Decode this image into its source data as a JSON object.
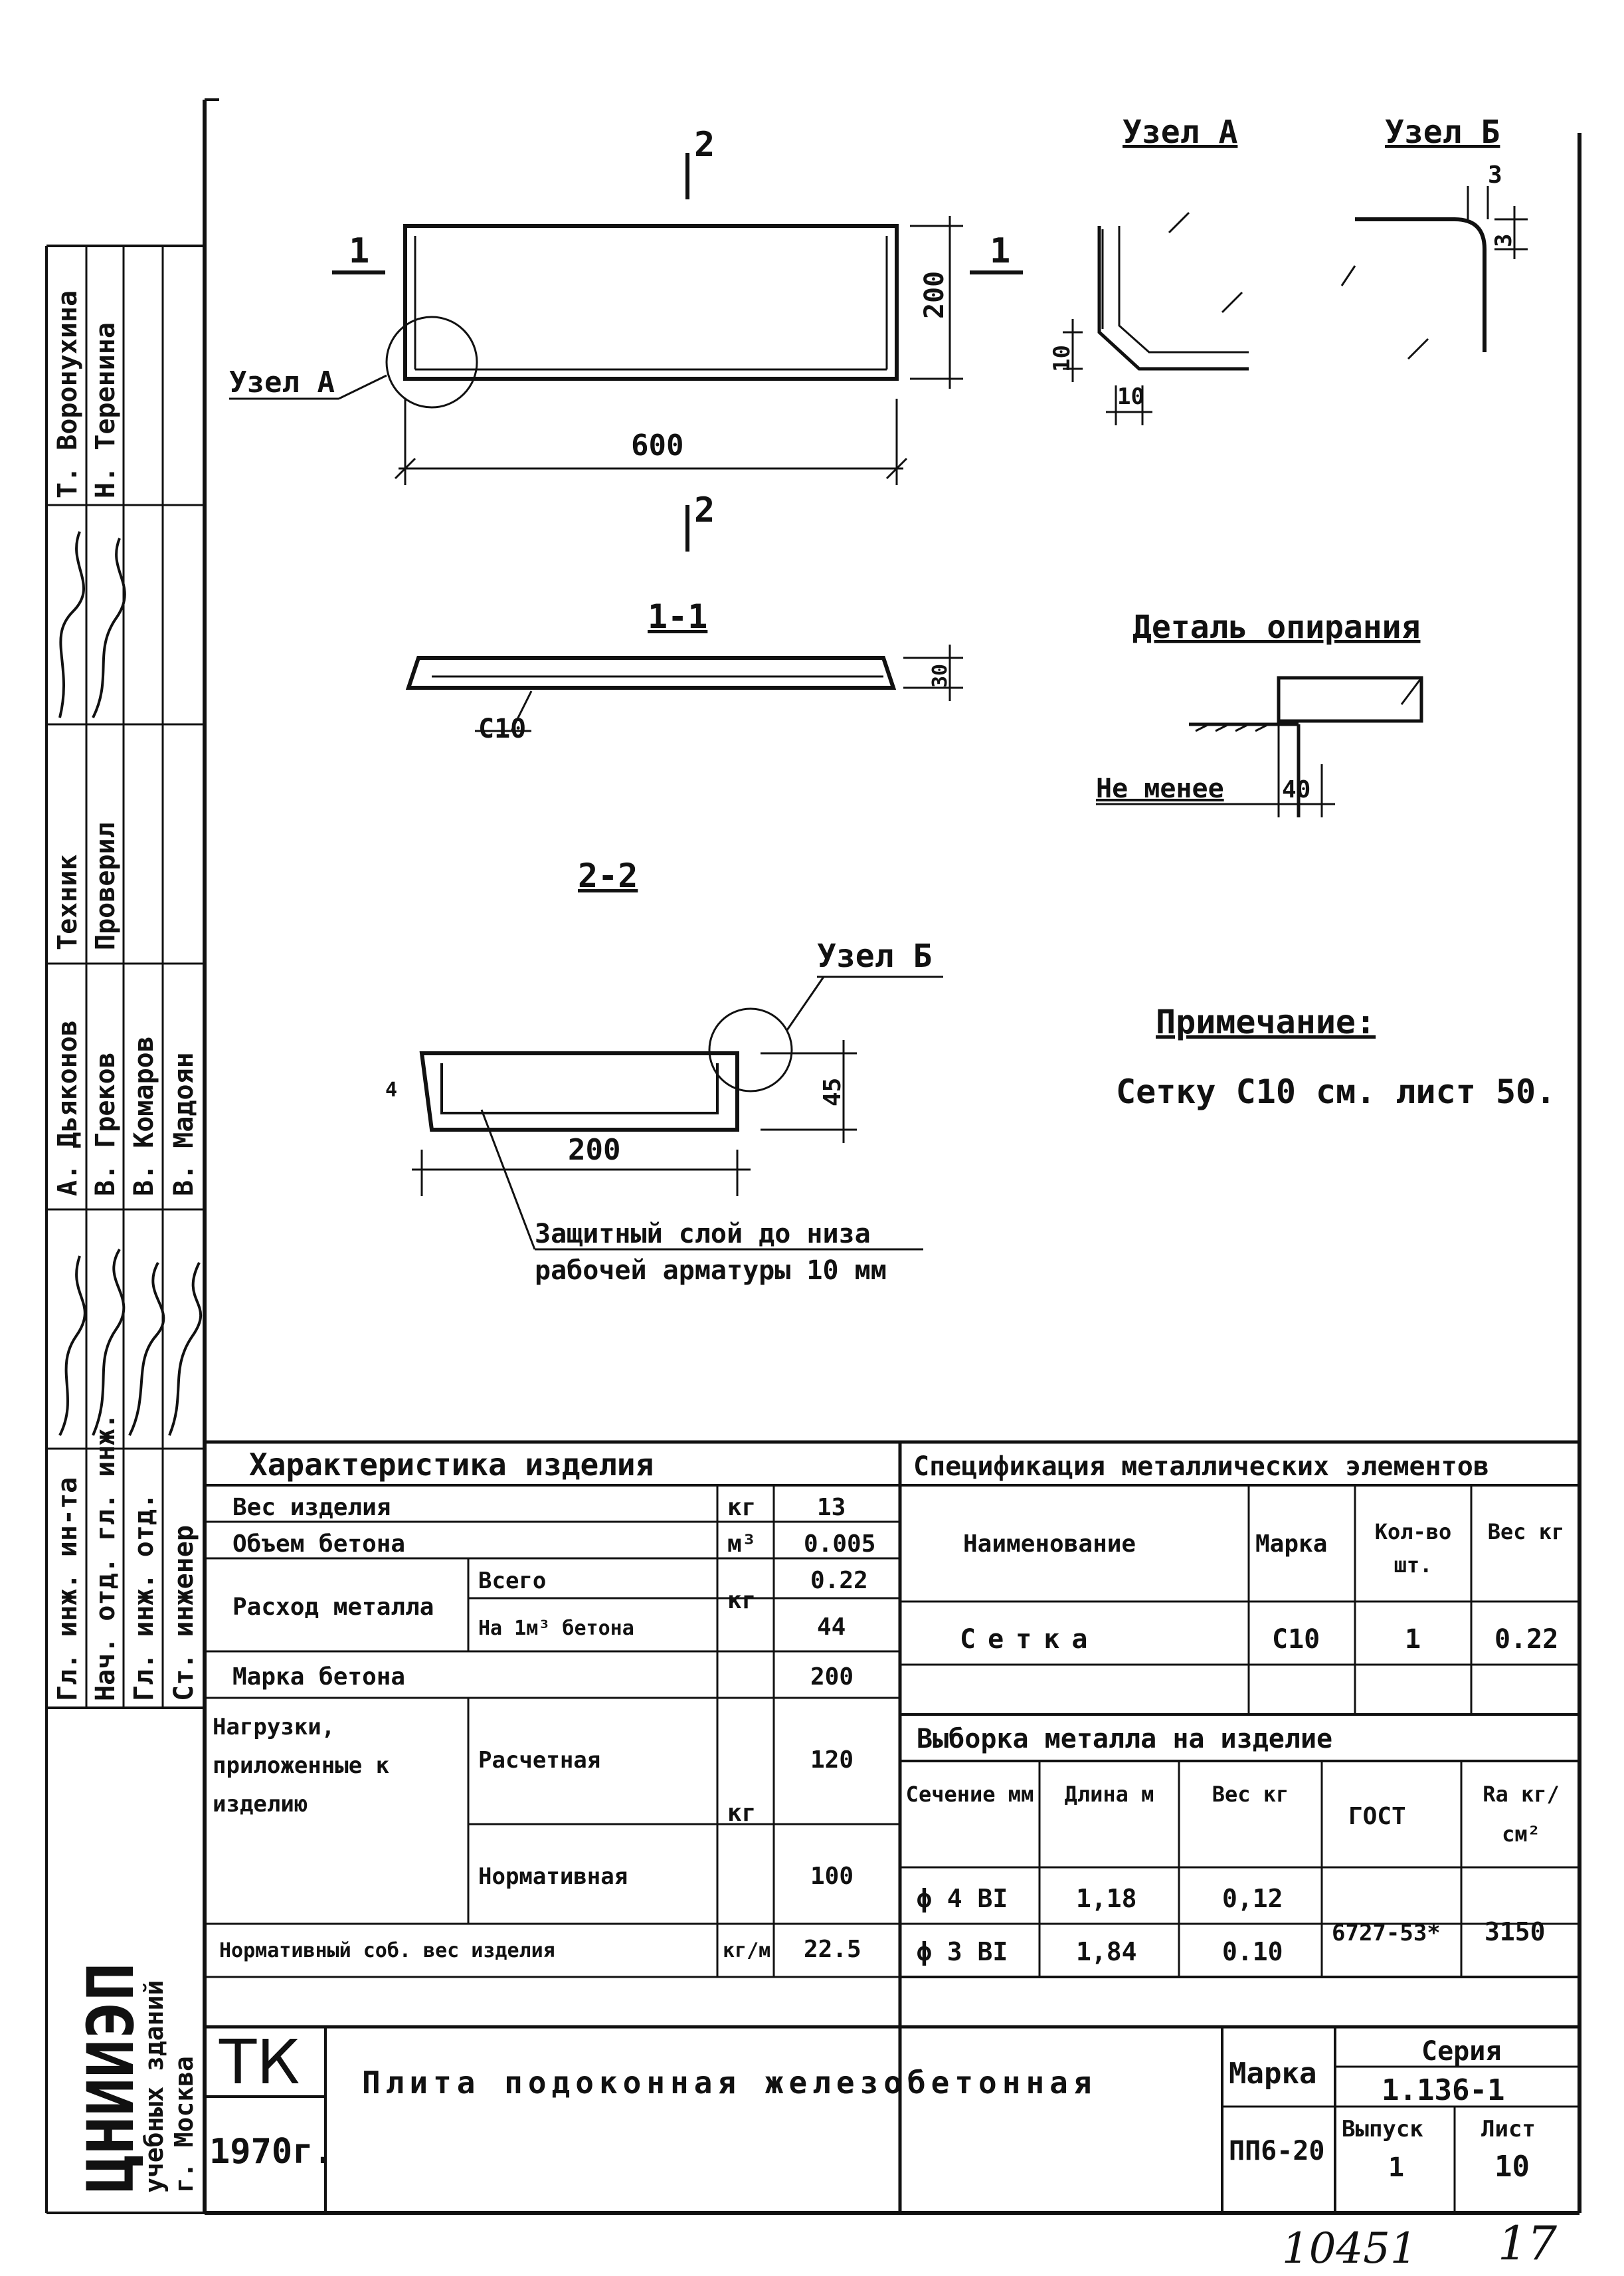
{
  "drawing": {
    "section_mark_top": "2",
    "section_mark_bottom": "2",
    "section_mark_left": "1",
    "section_mark_right": "1",
    "node_a_callout": "Узел А",
    "dim_length": "600",
    "dim_width": "200",
    "node_a_title": "Узел А",
    "node_a_dim_v": "10",
    "node_a_dim_h": "10",
    "node_b_title": "Узел Б",
    "node_b_dim": "3",
    "node_b_dim_side": "3",
    "section_1_title": "1-1",
    "section_1_mesh": "С10",
    "section_1_dim": "30",
    "section_2_title": "2-2",
    "section_2_dim_w": "200",
    "section_2_dim_h": "45",
    "section_2_node_callout": "Узел Б",
    "section_2_left_mark": "4",
    "cover_note_line1": "Защитный слой до низа",
    "cover_note_line2": "рабочей арматуры 10 мм",
    "support_title": "Деталь опирания",
    "support_label": "Не менее",
    "support_dim": "40",
    "note_title": "Примечание:",
    "note_text": "Сетку С10 см. лист 50."
  },
  "stamp_left": {
    "roles": [
      "Гл. инж. ин-та",
      "Нач. отд. гл. инж.",
      "Гл. инж. отд.",
      "Ст. инженер"
    ],
    "names": [
      "А. Дьяконов",
      "В. Греков",
      "В. Комаров",
      "В. Мадоян"
    ],
    "technician_label": "Техник",
    "checked_label": "Проверил",
    "technician_name": "Т. Воронухина",
    "checker_name": "Н. Теренина"
  },
  "organization": {
    "name": "ЦНИИЭП",
    "line2": "учебных зданий",
    "line3": "г. Москва"
  },
  "characteristics": {
    "title": "Характеристика изделия",
    "rows": [
      {
        "label": "Вес изделия",
        "unit": "кг",
        "value": "13"
      },
      {
        "label": "Объем бетона",
        "unit": "м³",
        "value": "0.005"
      },
      {
        "label": "Расход металла",
        "sub": "Всего",
        "unit": "кг",
        "value": "0.22"
      },
      {
        "label": "",
        "sub": "На 1м³ бетона",
        "unit": "",
        "value": "44"
      },
      {
        "label": "Марка бетона",
        "unit": "",
        "value": "200"
      },
      {
        "label": "Нагрузки, приложенные к изделию",
        "sub": "Расчетная",
        "unit": "кг",
        "value": "120"
      },
      {
        "label": "",
        "sub": "Нормативная",
        "unit": "",
        "value": "100"
      },
      {
        "label": "Нормативный соб. вес изделия",
        "unit": "кг/м",
        "value": "22.5"
      }
    ]
  },
  "specification": {
    "title": "Спецификация металлических элементов",
    "headers": [
      "Наименование",
      "Марка",
      "Кол-во шт.",
      "Вес кг"
    ],
    "rows": [
      [
        "Сетка",
        "С10",
        "1",
        "0.22"
      ]
    ]
  },
  "metal_selection": {
    "title": "Выборка металла на изделие",
    "headers": [
      "Сечение мм",
      "Длина м",
      "Вес кг",
      "ГОСТ",
      "Rа кг/см²"
    ],
    "rows": [
      [
        "ϕ 4 BI",
        "1,18",
        "0,12",
        "6727-53*",
        "3150"
      ],
      [
        "ϕ 3 BI",
        "1,84",
        "0.10",
        "",
        ""
      ]
    ]
  },
  "title_block": {
    "code": "ТК",
    "year": "1970г.",
    "title": "Плита подоконная железобетонная",
    "mark_label": "Марка",
    "mark_value": "ПП6-20",
    "series_label": "Серия",
    "series_value": "1.136-1",
    "issue_label": "Выпуск",
    "issue_value": "1",
    "sheet_label": "Лист",
    "sheet_value": "10"
  },
  "footer": {
    "inventory_number": "10451",
    "page_number": "17"
  }
}
